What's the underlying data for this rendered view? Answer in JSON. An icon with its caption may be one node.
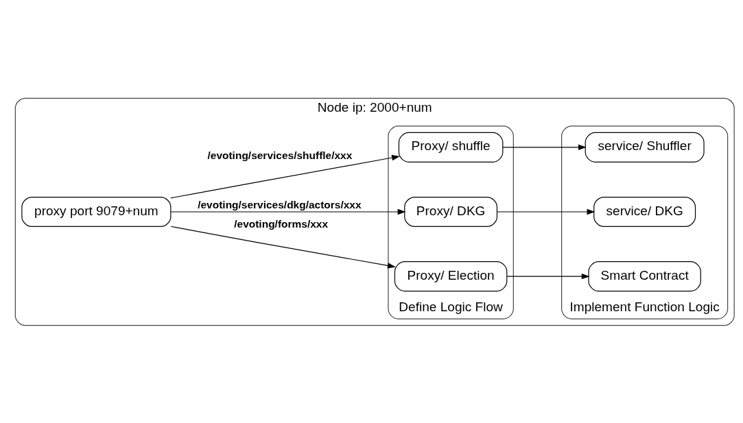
{
  "diagram": {
    "nodes": [
      {
        "text": [
          "Node ip: 2000+num"
        ]
      },
      {
        "text": [
          "proxy port 9079+num"
        ],
        "in": 0
      },
      {
        "text": [
          "Define Logic Flow"
        ],
        "in": 0
      },
      {
        "text": [
          "Proxy/ Election"
        ],
        "in": 2
      },
      {
        "text": [
          "Proxy/ DKG"
        ],
        "in": 2
      },
      {
        "text": [
          "Proxy/ shuffle"
        ],
        "in": 2
      },
      {
        "text": [
          "Implement Function Logic"
        ],
        "in": 0
      },
      {
        "text": [
          "Smart Contract"
        ],
        "in": 6
      },
      {
        "text": [
          "service/ DKG"
        ],
        "in": 6
      },
      {
        "text": [
          "service/ Shuffler"
        ],
        "in": 6
      }
    ],
    "edges": [
      {
        "from": 1,
        "to": 3,
        "arrow": "to",
        "label": "/evoting/forms/xxx"
      },
      {
        "from": 1,
        "to": 4,
        "arrow": "to",
        "label": "/evoting/services/dkg/actors/xxx"
      },
      {
        "from": 1,
        "to": 5,
        "arrow": "to",
        "label": "/evoting/services/shuffle/xxx"
      },
      {
        "from": 3,
        "to": 7,
        "arrow": "to"
      },
      {
        "from": 4,
        "to": 8,
        "arrow": "to"
      },
      {
        "from": 5,
        "to": 9,
        "arrow": "to"
      }
    ]
  }
}
